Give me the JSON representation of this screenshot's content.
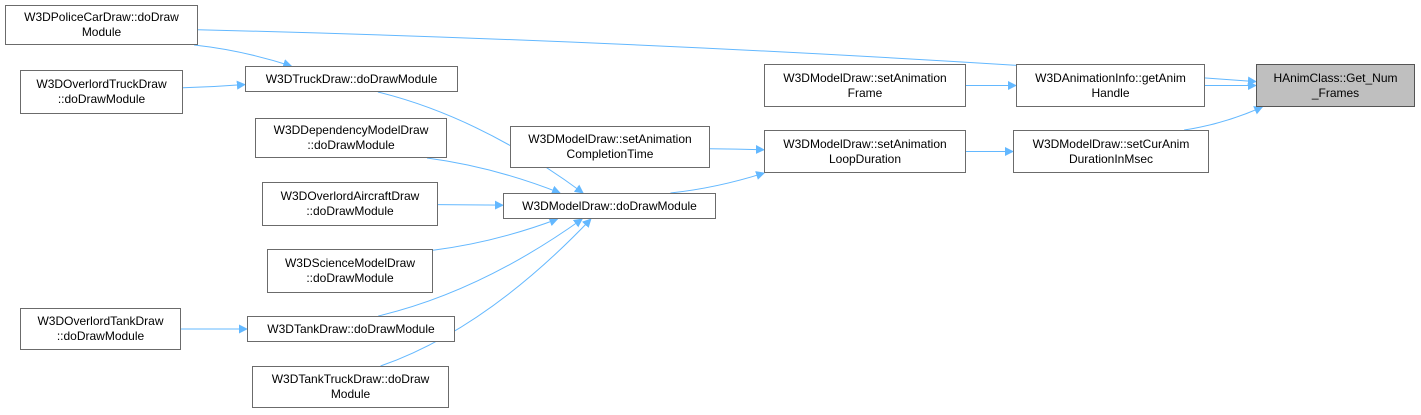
{
  "colors": {
    "edge": "#63b8ff",
    "node_border": "#6b6b6b",
    "focus_fill": "#bfbfbf"
  },
  "nodes": {
    "police_car": {
      "line1": "W3DPoliceCarDraw::doDraw",
      "line2": "Module"
    },
    "overlord_truck": {
      "line1": "W3DOverlordTruckDraw",
      "line2": "::doDrawModule"
    },
    "truck": {
      "line1": "W3DTruckDraw::doDrawModule"
    },
    "dependency_model": {
      "line1": "W3DDependencyModelDraw",
      "line2": "::doDrawModule"
    },
    "overlord_aircraft": {
      "line1": "W3DOverlordAircraftDraw",
      "line2": "::doDrawModule"
    },
    "science_model": {
      "line1": "W3DScienceModelDraw",
      "line2": "::doDrawModule"
    },
    "overlord_tank": {
      "line1": "W3DOverlordTankDraw",
      "line2": "::doDrawModule"
    },
    "tank": {
      "line1": "W3DTankDraw::doDrawModule"
    },
    "tank_truck": {
      "line1": "W3DTankTruckDraw::doDraw",
      "line2": "Module"
    },
    "model_draw_module": {
      "line1": "W3DModelDraw::doDrawModule"
    },
    "set_anim_completion": {
      "line1": "W3DModelDraw::setAnimation",
      "line2": "CompletionTime"
    },
    "set_anim_frame": {
      "line1": "W3DModelDraw::setAnimation",
      "line2": "Frame"
    },
    "set_anim_loop": {
      "line1": "W3DModelDraw::setAnimation",
      "line2": "LoopDuration"
    },
    "get_anim_handle": {
      "line1": "W3DAnimationInfo::getAnim",
      "line2": "Handle"
    },
    "set_cur_anim": {
      "line1": "W3DModelDraw::setCurAnim",
      "line2": "DurationInMsec"
    },
    "get_num_frames": {
      "line1": "HAnimClass::Get_Num",
      "line2": "_Frames"
    }
  },
  "edges": [
    {
      "from": "police_car",
      "to": "get_num_frames"
    },
    {
      "from": "police_car",
      "to": "truck"
    },
    {
      "from": "overlord_truck",
      "to": "truck"
    },
    {
      "from": "truck",
      "to": "model_draw_module"
    },
    {
      "from": "dependency_model",
      "to": "model_draw_module"
    },
    {
      "from": "overlord_aircraft",
      "to": "model_draw_module"
    },
    {
      "from": "science_model",
      "to": "model_draw_module"
    },
    {
      "from": "tank",
      "to": "model_draw_module"
    },
    {
      "from": "tank_truck",
      "to": "model_draw_module"
    },
    {
      "from": "overlord_tank",
      "to": "tank"
    },
    {
      "from": "model_draw_module",
      "to": "set_anim_loop"
    },
    {
      "from": "set_anim_completion",
      "to": "set_anim_loop"
    },
    {
      "from": "set_anim_loop",
      "to": "set_cur_anim"
    },
    {
      "from": "set_anim_frame",
      "to": "get_anim_handle"
    },
    {
      "from": "get_anim_handle",
      "to": "get_num_frames"
    },
    {
      "from": "set_cur_anim",
      "to": "get_num_frames"
    }
  ]
}
